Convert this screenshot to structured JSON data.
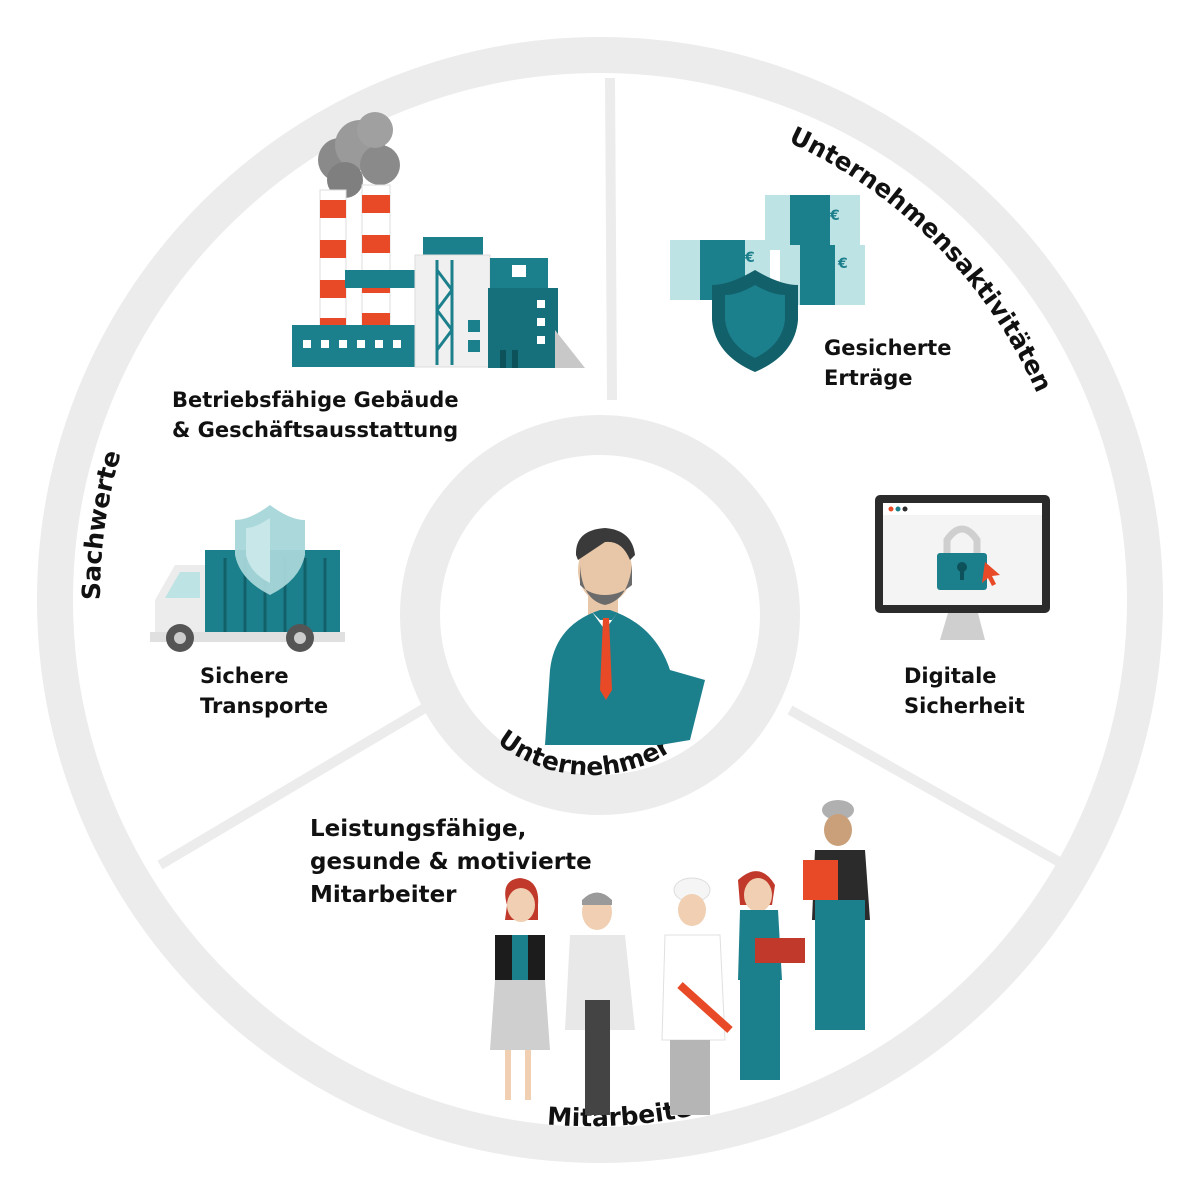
{
  "sections": {
    "sachwerte": "Sachwerte",
    "unternehmensaktivitaeten": "Unternehmensaktivitäten",
    "mitarbeiter": "Mitarbeiter",
    "center": "Unternehmer"
  },
  "items": {
    "buildings": "Betriebsfähige Gebäude\n& Geschäftsausstattung",
    "income": "Gesicherte\nErträge",
    "transport": "Sichere\nTransporte",
    "digital": "Digitale\nSicherheit",
    "staff": "Leistungsfähige,\ngesunde & motivierte\nMitarbeiter"
  },
  "icons": {
    "currency": "€"
  },
  "colors": {
    "teal": "#1c7f8c",
    "teal_dark": "#12606a",
    "teal_light": "#8ecdd2",
    "accent_red": "#e84a27",
    "ring_gray": "#ececec"
  }
}
